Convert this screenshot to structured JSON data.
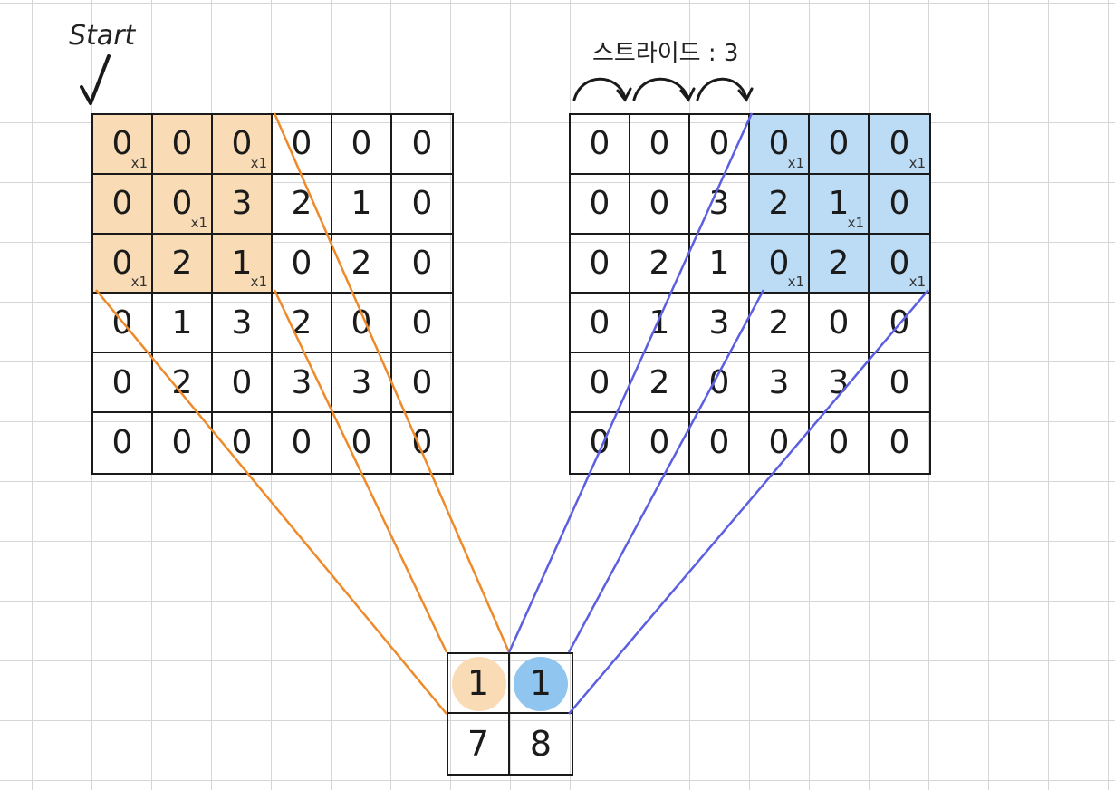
{
  "start_label": "Start",
  "stride_label": "스트라이드 : 3",
  "input_matrix": [
    [
      "0",
      "0",
      "0",
      "0",
      "0",
      "0"
    ],
    [
      "0",
      "0",
      "3",
      "2",
      "1",
      "0"
    ],
    [
      "0",
      "2",
      "1",
      "0",
      "2",
      "0"
    ],
    [
      "0",
      "1",
      "3",
      "2",
      "0",
      "0"
    ],
    [
      "0",
      "2",
      "0",
      "3",
      "3",
      "0"
    ],
    [
      "0",
      "0",
      "0",
      "0",
      "0",
      "0"
    ]
  ],
  "kernel_multiplier_label": "x1",
  "kernel_multiplier_positions": [
    [
      0,
      0
    ],
    [
      0,
      2
    ],
    [
      1,
      1
    ],
    [
      2,
      0
    ],
    [
      2,
      2
    ]
  ],
  "left_window": {
    "row": 0,
    "col": 0,
    "size": 3,
    "color": "#f9dcb6"
  },
  "right_window": {
    "row": 0,
    "col": 3,
    "size": 3,
    "color": "#bcdcf5"
  },
  "output_matrix": [
    [
      "1",
      "1"
    ],
    [
      "7",
      "8"
    ]
  ],
  "colors": {
    "orange_line": "#ef8a2a",
    "blue_line": "#5b5fe0",
    "orange_fill": "#f9dcb6",
    "blue_fill": "#8fc5ee"
  }
}
